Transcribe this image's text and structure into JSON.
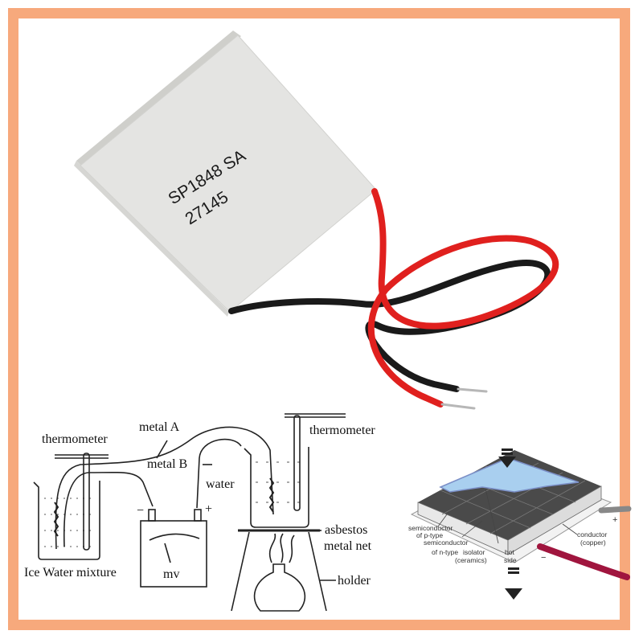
{
  "product": {
    "marking_line1": "SP1848  SA",
    "marking_line2": "27145",
    "wire_colors": {
      "positive": "#E0201E",
      "negative": "#1A1A1A"
    },
    "module_color": "#E4E4E2"
  },
  "frame": {
    "border_color": "#F7A97C"
  },
  "seebeck_diagram": {
    "labels": {
      "thermometer_left": "thermometer",
      "metal_a": "metal A",
      "metal_b": "metal B",
      "thermometer_right": "thermometer",
      "water": "water",
      "minus": "−",
      "plus": "+",
      "meter": "mv",
      "asbestos_line1": "asbestos",
      "asbestos_line2": "metal net",
      "ice_water": "Ice Water mixture",
      "holder": "holder"
    }
  },
  "tec_diagram": {
    "labels": {
      "p_type_line1": "semiconductor",
      "p_type_line2": "of p-type",
      "n_type_line1": "semiconductor",
      "n_type_line2": "of n-type",
      "isolator_line1": "isolator",
      "isolator_line2": "(ceramics)",
      "hot_line1": "hot",
      "hot_line2": "side",
      "conductor_line1": "conductor",
      "conductor_line2": "(copper)",
      "plus": "+",
      "minus": "−"
    },
    "colors": {
      "cold_plate": "#A9CFEF",
      "modules": "#4A4A4A",
      "lead": "#A0153E"
    }
  }
}
